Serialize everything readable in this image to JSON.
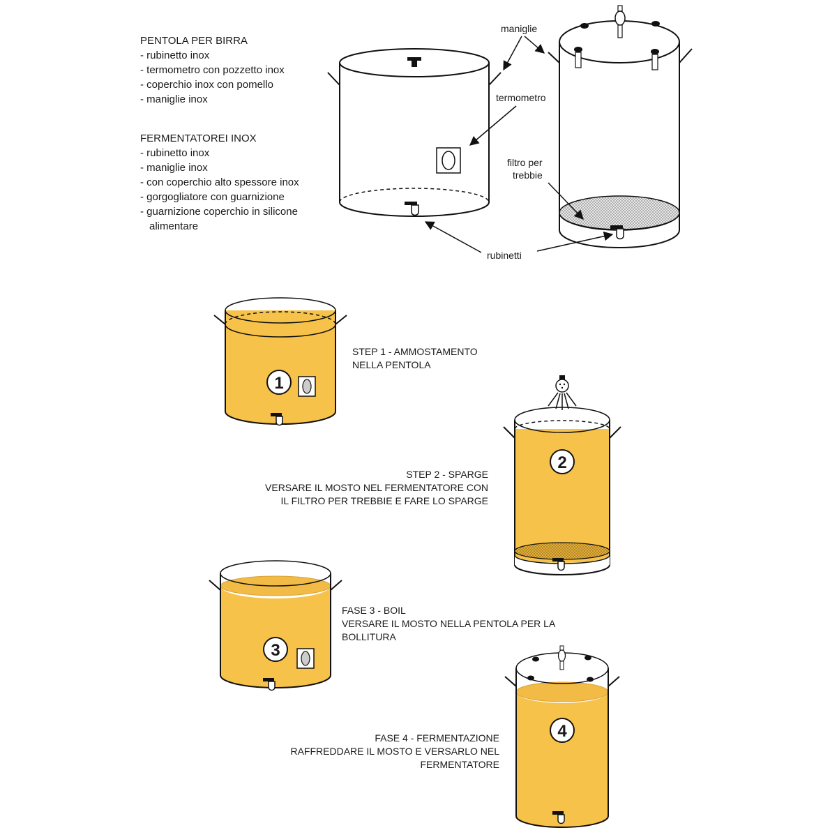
{
  "colors": {
    "liquid": "#f7c24a",
    "liquid_dark": "#e0a82a",
    "line": "#111111",
    "filter": "#9a9a9a"
  },
  "legend": {
    "pot_title": "PENTOLA PER BIRRA",
    "pot_items": [
      "- rubinetto inox",
      "- termometro con pozzetto inox",
      "- coperchio inox con pomello",
      "- maniglie inox"
    ],
    "fermenter_title": "FERMENTATOREI INOX",
    "fermenter_items": [
      "- rubinetto inox",
      "- maniglie inox",
      "- con coperchio alto spessore inox",
      "- gorgogliatore con guarnizione",
      "- guarnizione coperchio in silicone",
      "alimentare"
    ]
  },
  "callouts": {
    "handles": "maniglie",
    "thermometer": "termometro",
    "filter_line1": "filtro per",
    "filter_line2": "trebbie",
    "taps": "rubinetti"
  },
  "steps": [
    {
      "number": "1",
      "lines": [
        "STEP 1 - AMMOSTAMENTO",
        "NELLA PENTOLA"
      ]
    },
    {
      "number": "2",
      "lines": [
        "STEP 2 - SPARGE",
        "VERSARE IL MOSTO NEL FERMENTATORE CON",
        "IL FILTRO PER TREBBIE E FARE LO SPARGE"
      ]
    },
    {
      "number": "3",
      "lines": [
        "FASE 3 - BOIL",
        "VERSARE IL MOSTO NELLA PENTOLA PER LA",
        "BOLLITURA"
      ]
    },
    {
      "number": "4",
      "lines": [
        "FASE 4 - FERMENTAZIONE",
        "RAFFREDDARE IL MOSTO E VERSARLO NEL",
        "FERMENTATORE"
      ]
    }
  ]
}
